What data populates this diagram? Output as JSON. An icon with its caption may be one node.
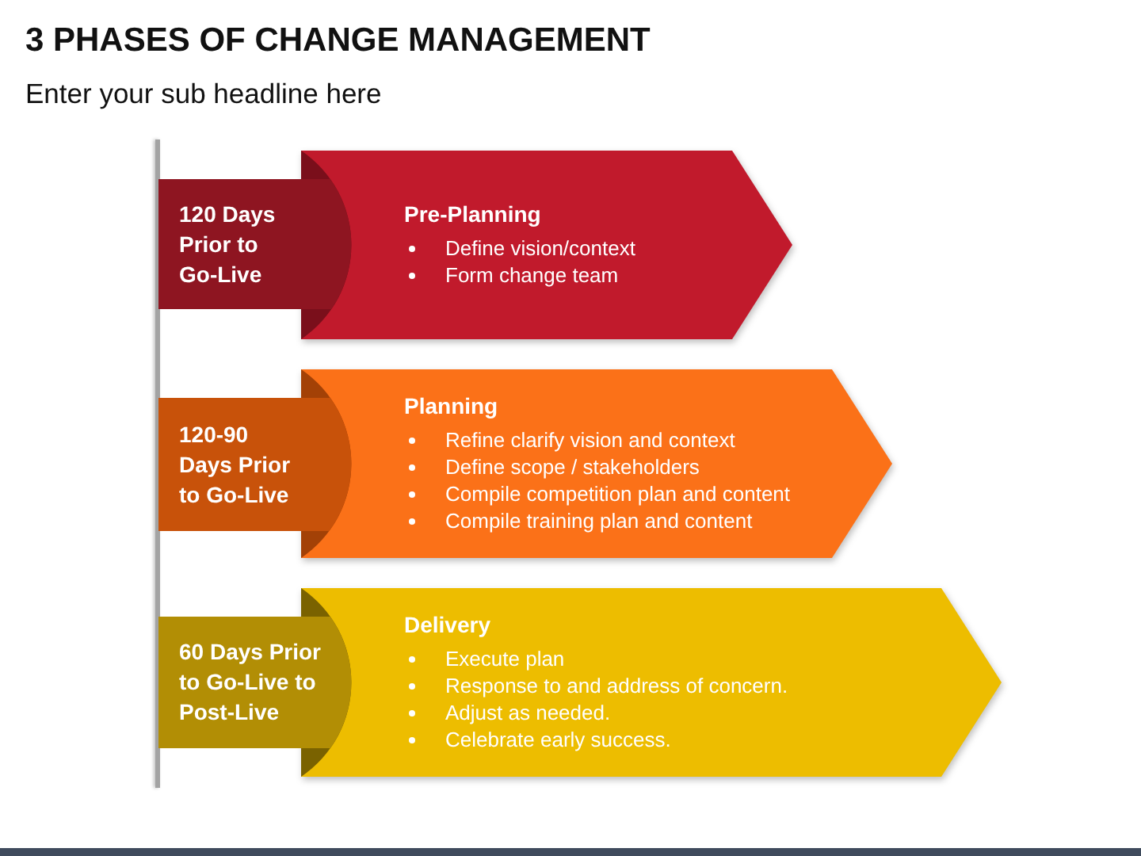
{
  "diagram": {
    "title": "3 PHASES OF CHANGE MANAGEMENT",
    "nodes": [
      {
        "text": [
          "120 Days Prior to Go-Live"
        ]
      },
      {
        "text": [
          "Pre-Planning",
          "Define vision/context",
          "Form change team"
        ]
      },
      {
        "text": [
          "120-90 Days Prior to Go-Live"
        ]
      },
      {
        "text": [
          "Planning",
          "Refine clarify vision and context",
          "Define scope / stakeholders",
          "Compile competition plan and content",
          "Compile training plan and content"
        ]
      },
      {
        "text": [
          "60 Days Prior to Go-Live to Post-Live"
        ]
      },
      {
        "text": [
          "Delivery",
          "Execute plan",
          "Response to and address of concern.",
          "Adjust as needed.",
          "Celebrate early success."
        ]
      }
    ],
    "labels": [
      "Enter your sub headline here"
    ]
  }
}
